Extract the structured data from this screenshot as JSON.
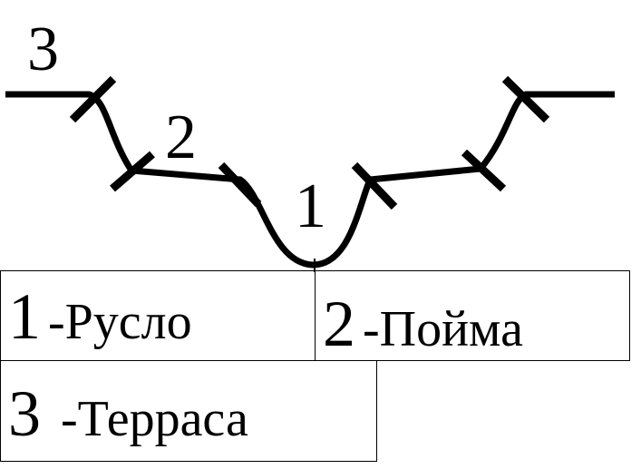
{
  "diagram": {
    "labels": {
      "terrace": "3",
      "floodplain": "2",
      "channel": "1"
    }
  },
  "legend": {
    "items": [
      {
        "number": "1",
        "text": "-Русло"
      },
      {
        "number": "2",
        "text": "-Пойма"
      },
      {
        "number": "3",
        "text": "-Терраса"
      }
    ]
  }
}
